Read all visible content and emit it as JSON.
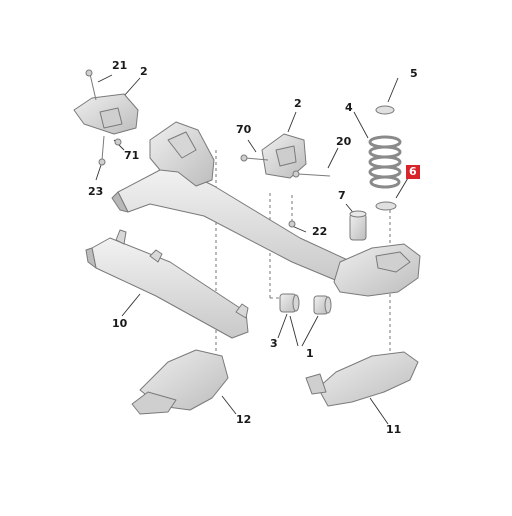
{
  "diagram": {
    "highlight_color": "#d8232a",
    "part_color": "#e4e4e4",
    "outline_color": "#8a8a8a",
    "callouts": {
      "c21": "21",
      "c2a": "2",
      "c71": "71",
      "c23": "23",
      "c70": "70",
      "c2b": "2",
      "c20": "20",
      "c22": "22",
      "c7": "7",
      "c5": "5",
      "c4": "4",
      "c6": "6",
      "c10": "10",
      "c3": "3",
      "c1": "1",
      "c12": "12",
      "c11": "11"
    }
  }
}
